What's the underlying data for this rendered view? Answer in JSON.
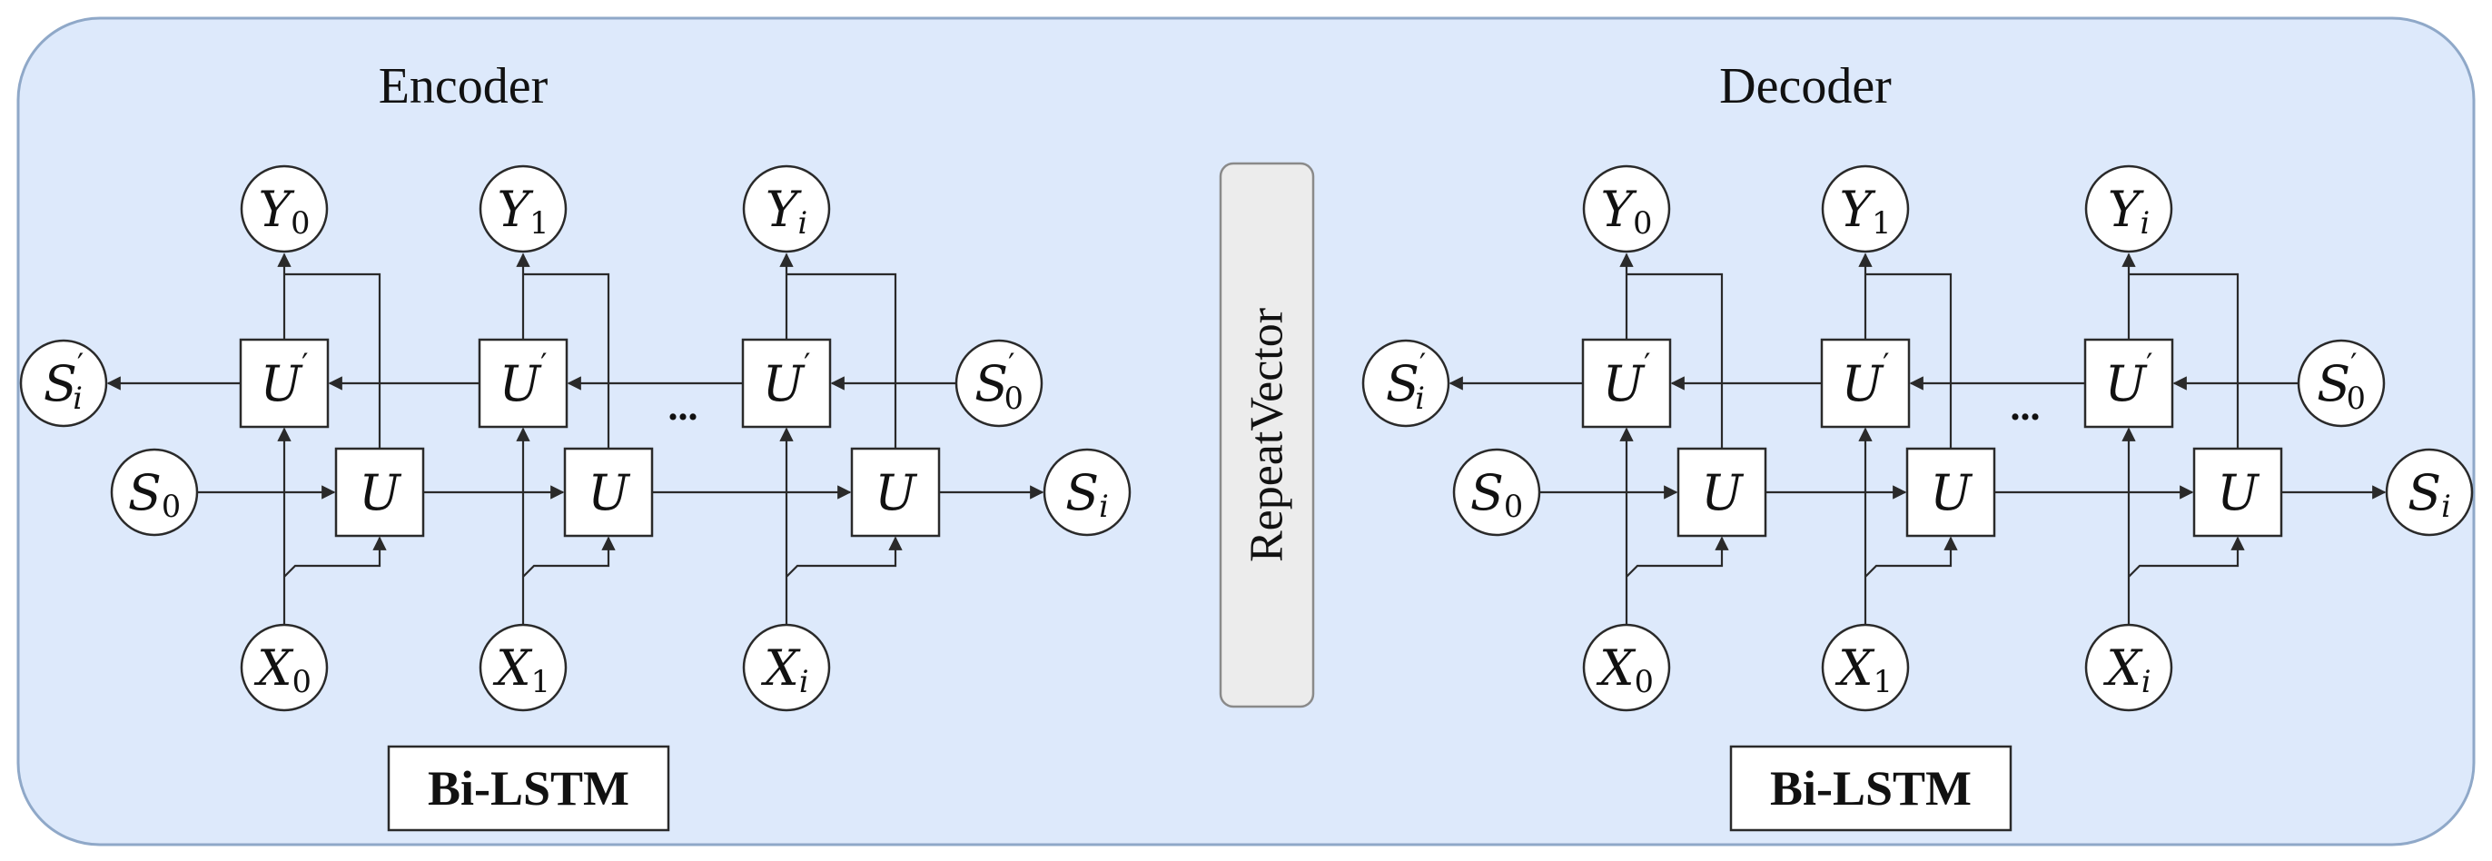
{
  "container": {
    "background": "#dde9fb",
    "border": "#8fa8c8"
  },
  "separator": {
    "label": "RepeatVector"
  },
  "ellipsis": "...",
  "blocks": [
    {
      "title": "Encoder",
      "layer_label": "Bi-LSTM",
      "inputs": [
        {
          "base": "X",
          "sub": "0"
        },
        {
          "base": "X",
          "sub": "1"
        },
        {
          "base": "X",
          "sub": "i"
        }
      ],
      "outputs": [
        {
          "base": "Y",
          "sub": "0"
        },
        {
          "base": "Y",
          "sub": "1"
        },
        {
          "base": "Y",
          "sub": "i"
        }
      ],
      "forward_cell": "U",
      "backward_cell": "U",
      "backward_prime": "′",
      "forward_state_in": {
        "base": "S",
        "sub": "0"
      },
      "forward_state_out": {
        "base": "S",
        "sub": "i"
      },
      "backward_state_in": {
        "base": "S",
        "sub": "0",
        "sup": "′"
      },
      "backward_state_out": {
        "base": "S",
        "sub": "i",
        "sup": "′"
      }
    },
    {
      "title": "Decoder",
      "layer_label": "Bi-LSTM",
      "inputs": [
        {
          "base": "X",
          "sub": "0"
        },
        {
          "base": "X",
          "sub": "1"
        },
        {
          "base": "X",
          "sub": "i"
        }
      ],
      "outputs": [
        {
          "base": "Y",
          "sub": "0"
        },
        {
          "base": "Y",
          "sub": "1"
        },
        {
          "base": "Y",
          "sub": "i"
        }
      ],
      "forward_cell": "U",
      "backward_cell": "U",
      "backward_prime": "′",
      "forward_state_in": {
        "base": "S",
        "sub": "0"
      },
      "forward_state_out": {
        "base": "S",
        "sub": "i"
      },
      "backward_state_in": {
        "base": "S",
        "sub": "0",
        "sup": "′"
      },
      "backward_state_out": {
        "base": "S",
        "sub": "i",
        "sup": "′"
      }
    }
  ]
}
